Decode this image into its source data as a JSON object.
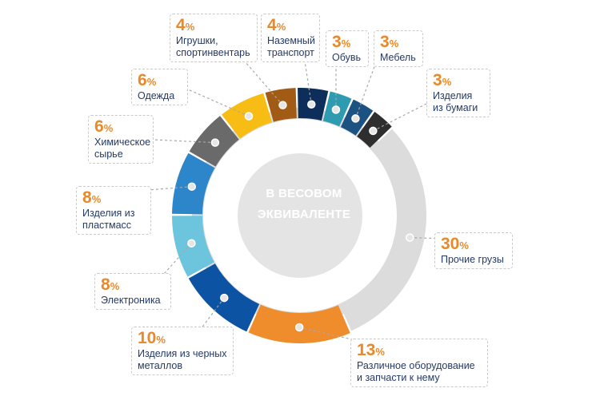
{
  "center_label": [
    "В ВЕСОВОМ",
    "ЭКВИВАЛЕНТЕ"
  ],
  "percent_sign": "%",
  "colors": {
    "ring_base": "#dcdcdc",
    "inner_disc": "#e4e4e4",
    "connector": "#a8a8a8",
    "percent_text": "#e8892a",
    "label_text": "#243a66"
  },
  "chart_data": {
    "type": "pie",
    "title": "В ВЕСОВОМ ЭКВИВАЛЕНТЕ",
    "unit": "%",
    "series": [
      {
        "name": "Прочие грузы",
        "value": 30,
        "color": "#dcdcdc"
      },
      {
        "name": "Различное оборудование и запчасти к нему",
        "value": 13,
        "color": "#ef8c2c"
      },
      {
        "name": "Изделия из черных металлов",
        "value": 10,
        "color": "#0c53a3"
      },
      {
        "name": "Электроника",
        "value": 8,
        "color": "#6cc5dc"
      },
      {
        "name": "Изделия из пластмасс",
        "value": 8,
        "color": "#2d86c9"
      },
      {
        "name": "Химическое сырье",
        "value": 6,
        "color": "#6a6a6a"
      },
      {
        "name": "Одежда",
        "value": 6,
        "color": "#f7bd14"
      },
      {
        "name": "Игрушки, спортинвентарь",
        "value": 4,
        "color": "#a15b14"
      },
      {
        "name": "Наземный транспорт",
        "value": 4,
        "color": "#0d2e5a"
      },
      {
        "name": "Обувь",
        "value": 3,
        "color": "#2e9bb0"
      },
      {
        "name": "Мебель",
        "value": 3,
        "color": "#1c5282"
      },
      {
        "name": "Изделия из бумаги",
        "value": 3,
        "color": "#2e2e2e"
      }
    ]
  }
}
